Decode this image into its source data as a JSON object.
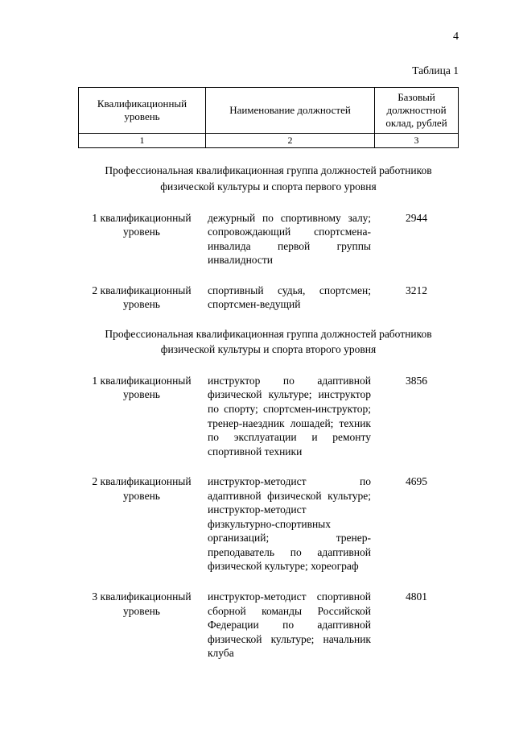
{
  "page": {
    "number": "4",
    "table_caption": "Таблица 1"
  },
  "table": {
    "headers": {
      "col1": "Квалификационный уровень",
      "col2": "Наименование должностей",
      "col3": "Базовый должностной оклад, рублей"
    },
    "column_numbers": {
      "col1": "1",
      "col2": "2",
      "col3": "3"
    },
    "sections": [
      {
        "title": "Профессиональная квалификационная группа должностей работников физической культуры и спорта первого уровня",
        "rows": [
          {
            "level": "1 квалификационный уровень",
            "positions": "дежурный по спортивному залу; сопровождающий спортсмена-инвалида первой группы инвалидности",
            "salary": "2944"
          },
          {
            "level": "2 квалификационный уровень",
            "positions": "спортивный судья, спортсмен; спортсмен-ведущий",
            "salary": "3212"
          }
        ]
      },
      {
        "title": "Профессиональная квалификационная группа должностей работников физической культуры и спорта второго уровня",
        "rows": [
          {
            "level": "1 квалификационный уровень",
            "positions": "инструктор по адаптивной физической культуре; инструктор по спорту; спортсмен-инструктор; тренер-наездник лошадей; техник по эксплуатации и ремонту спортивной техники",
            "salary": "3856"
          },
          {
            "level": "2 квалификационный уровень",
            "positions": "инструктор-методист по адаптивной физической культуре; инструктор-методист физкультурно-спортивных организаций; тренер-преподаватель по адаптивной физической культуре; хореограф",
            "salary": "4695"
          },
          {
            "level": "3 квалификационный уровень",
            "positions": "инструктор-методист спортивной сборной команды Российской Федерации по адаптивной физической культуре; начальник клуба",
            "salary": "4801"
          }
        ]
      }
    ]
  }
}
